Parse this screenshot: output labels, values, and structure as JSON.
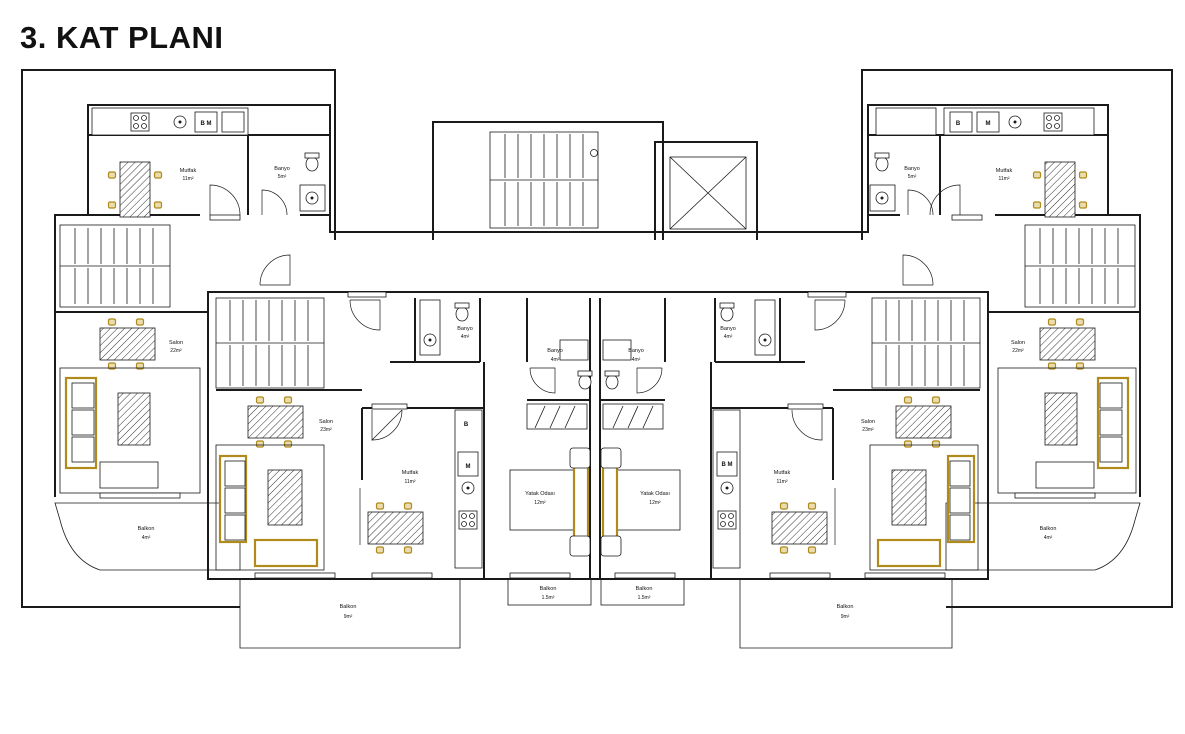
{
  "title": "3. KAT PLANI",
  "colors": {
    "wall": "#1a1a1a",
    "furniture_accent": "#b08a1a",
    "background": "#ffffff"
  },
  "left_unit": {
    "kitchen": {
      "name": "Mutfak",
      "area": "11m²",
      "fixture": "B M"
    },
    "bath": {
      "name": "Banyo",
      "area": "5m²"
    },
    "salon": {
      "name": "Salon",
      "area": "22m²"
    },
    "balcony": {
      "name": "Balkon",
      "area": "4m²"
    }
  },
  "right_unit": {
    "kitchen": {
      "name": "Mutfak",
      "area": "11m²",
      "fixture": "B",
      "fixture2": "M"
    },
    "bath": {
      "name": "Banyo",
      "area": "5m²"
    },
    "salon": {
      "name": "Salon",
      "area": "22m²"
    },
    "balcony": {
      "name": "Balkon",
      "area": "4m²"
    }
  },
  "center_left_unit": {
    "bath": {
      "name": "Banyo",
      "area": "4m²"
    },
    "salon": {
      "name": "Salon",
      "area": "23m²"
    },
    "kitchen": {
      "name": "Mutfak",
      "area": "11m²",
      "fixture": "B",
      "fixture2": "M"
    },
    "bedroom": {
      "name": "Yatak Odası",
      "area": "12m²"
    },
    "balcony": {
      "name": "Balkon",
      "area": "9m²"
    },
    "small_balcony": {
      "name": "Balkon",
      "area": "1.5m²"
    }
  },
  "center_right_unit": {
    "bath": {
      "name": "Banyo",
      "area": "4m²"
    },
    "salon": {
      "name": "Salon",
      "area": "23m²"
    },
    "kitchen": {
      "name": "Mutfak",
      "area": "11m²",
      "fixture": "B M"
    },
    "bedroom": {
      "name": "Yatak Odası",
      "area": "12m²"
    },
    "balcony": {
      "name": "Balkon",
      "area": "9m²"
    },
    "small_balcony": {
      "name": "Balkon",
      "area": "1.5m²"
    }
  },
  "icons": [
    "stair-icon",
    "elevator-icon",
    "door-swing-icon",
    "table-icon",
    "sofa-icon",
    "bed-icon",
    "toilet-icon",
    "sink-icon",
    "cooktop-icon"
  ]
}
